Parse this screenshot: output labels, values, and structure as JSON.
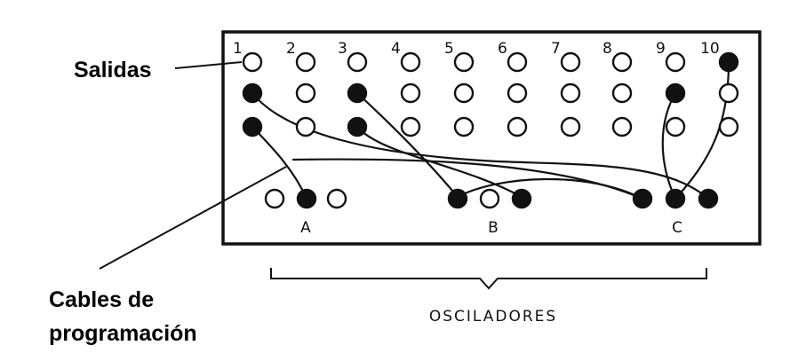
{
  "labels": {
    "outputs": "Salidas",
    "cables_line1": "Cables de",
    "cables_line2": "programación",
    "oscillators": "OSCILADORES"
  },
  "columns": [
    "1",
    "2",
    "3",
    "4",
    "5",
    "6",
    "7",
    "8",
    "9",
    "10"
  ],
  "oscillator_groups": [
    "A",
    "B",
    "C"
  ],
  "filled_jacks": {
    "row1": [
      10
    ],
    "row2": [
      1,
      3,
      9
    ],
    "row3": [
      1,
      3
    ]
  },
  "colors": {
    "ink": "#111111",
    "paper": "#ffffff"
  }
}
